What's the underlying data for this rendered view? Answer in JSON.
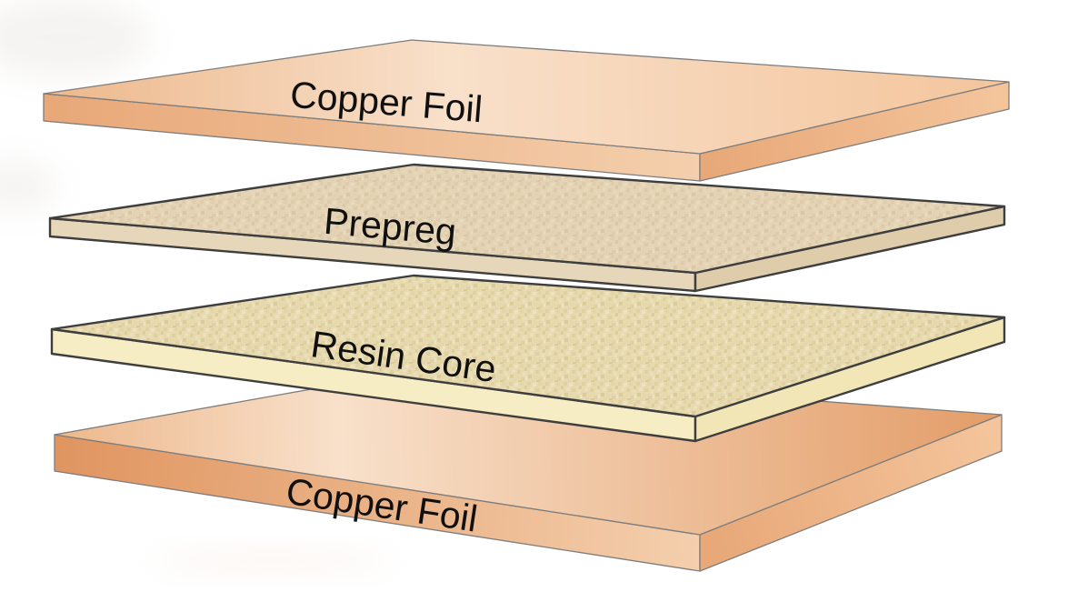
{
  "layers": [
    {
      "label": "Copper Foil",
      "material": "copper"
    },
    {
      "label": "Prepreg",
      "material": "fiberglass-prepreg"
    },
    {
      "label": "Resin Core",
      "material": "resin-core"
    },
    {
      "label": "Copper Foil",
      "material": "copper"
    }
  ],
  "colors": {
    "background": "#ffffff",
    "label_text": "#101010",
    "outline_copper": "#7d7d7d",
    "outline_dark": "#3e3e3e",
    "copper_light": "#f8e0ca",
    "copper_mid": "#edb88c",
    "copper_tan": "#f4c59c",
    "copper_dark": "#e8a878",
    "copper_deep": "#e39d68",
    "copper_deepest": "#e09560",
    "copper_front_light": "#f4cfad",
    "prepreg_base": "#e4d3b5",
    "prepreg_front": "#e7d7ba",
    "prepreg_front_right": "#dfccab",
    "resin_base": "#e7dab0",
    "resin_front": "#f7edc4",
    "resin_front_right": "#f2e5b6"
  }
}
